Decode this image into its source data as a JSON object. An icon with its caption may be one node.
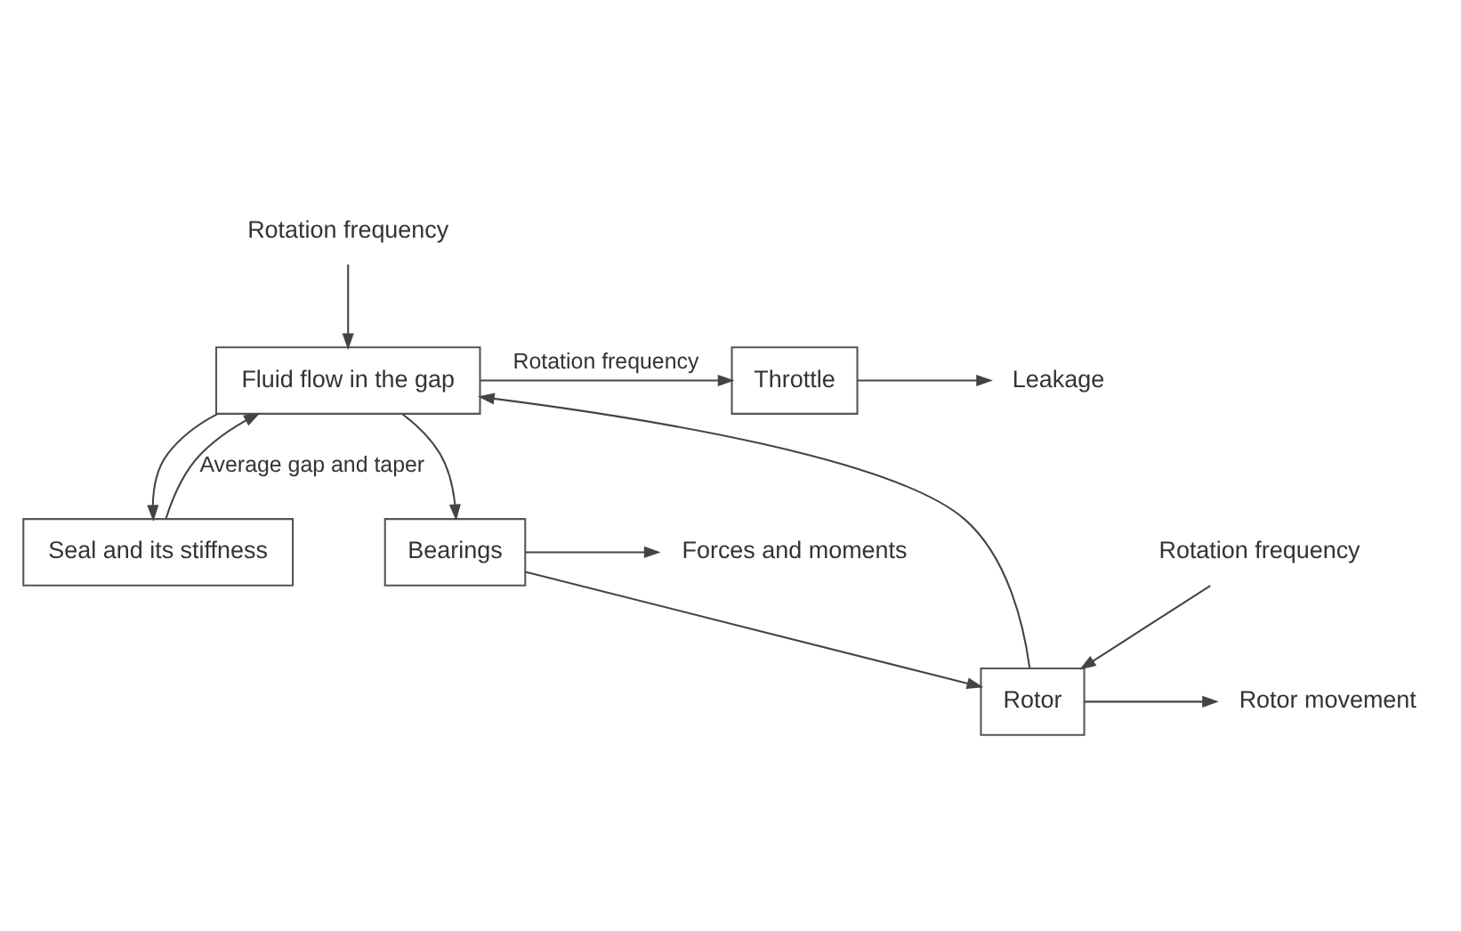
{
  "diagram": {
    "nodes": [
      {
        "text": [
          "Rotation frequency"
        ]
      },
      {
        "text": [
          "Seal and its stiffness"
        ]
      },
      {
        "text": [
          "Fluid flow in the gap"
        ]
      },
      {
        "text": [
          "Throttle"
        ]
      },
      {
        "text": [
          "Leakage"
        ]
      },
      {
        "text": [
          "Bearings"
        ]
      },
      {
        "text": [
          "Forces and moments"
        ]
      },
      {
        "text": [
          "Rotor movement"
        ]
      },
      {
        "text": [
          "Rotor"
        ]
      },
      {
        "text": [
          "Rotation frequency"
        ]
      }
    ],
    "edges": [
      {
        "from": 0,
        "to": 2,
        "arrow": "to"
      },
      {
        "from": 1,
        "to": 2,
        "arrow": "to",
        "label": "Average gap and taper"
      },
      {
        "from": 2,
        "to": 3,
        "arrow": "to",
        "label": "Rotation frequency"
      },
      {
        "from": 3,
        "to": 4,
        "arrow": "to"
      },
      {
        "from": 2,
        "to": 1,
        "arrow": "to"
      },
      {
        "from": 2,
        "to": 5,
        "arrow": "to"
      },
      {
        "from": 5,
        "to": 6,
        "arrow": "to"
      },
      {
        "from": 5,
        "to": 8,
        "arrow": "to"
      },
      {
        "from": 8,
        "to": 2,
        "arrow": "to"
      },
      {
        "from": 8,
        "to": 7,
        "arrow": "to"
      },
      {
        "from": 9,
        "to": 8,
        "arrow": "to"
      }
    ]
  }
}
